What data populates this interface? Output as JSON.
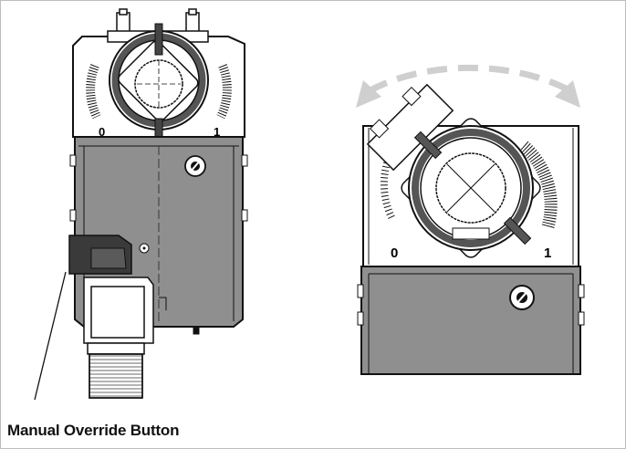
{
  "caption": "Manual Override Button",
  "left_view": {
    "scale_left": "0",
    "scale_right": "1"
  },
  "right_view": {
    "scale_left": "0",
    "scale_right": "1"
  },
  "colors": {
    "housing": "#8f8f8f",
    "outline": "#111111",
    "arrow": "#cfcfcf",
    "button": "#3a3a3a"
  }
}
